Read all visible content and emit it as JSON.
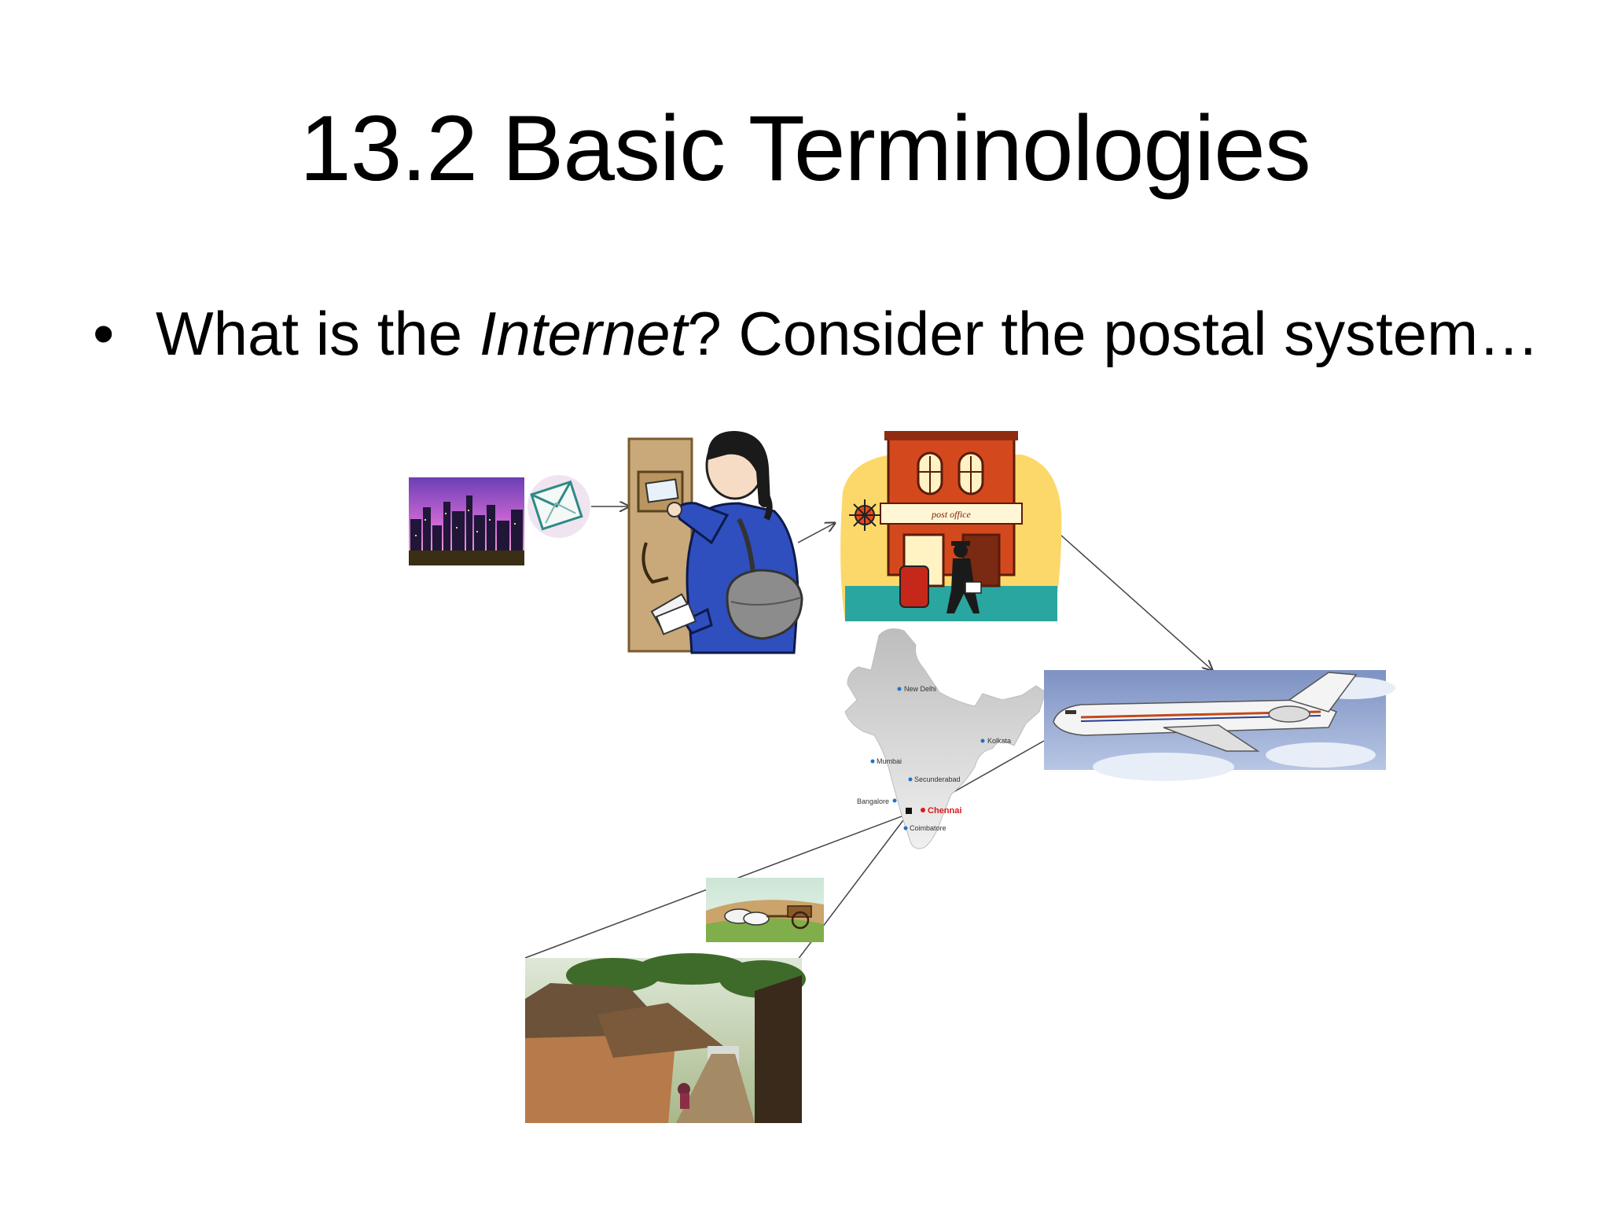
{
  "slide": {
    "title": "13.2 Basic Terminologies",
    "bullet": {
      "prefix": "What is the ",
      "emphasis": "Internet",
      "suffix": "? Consider the postal system…"
    }
  },
  "illustration": {
    "post_office_sign": "post office",
    "map_cities": {
      "new_delhi": "New Delhi",
      "kolkata": "Kolkata",
      "mumbai": "Mumbai",
      "secunderabad": "Secunderabad",
      "bangalore": "Bangalore",
      "chennai": "Chennai",
      "coimbatore": "Coimbatore"
    }
  }
}
